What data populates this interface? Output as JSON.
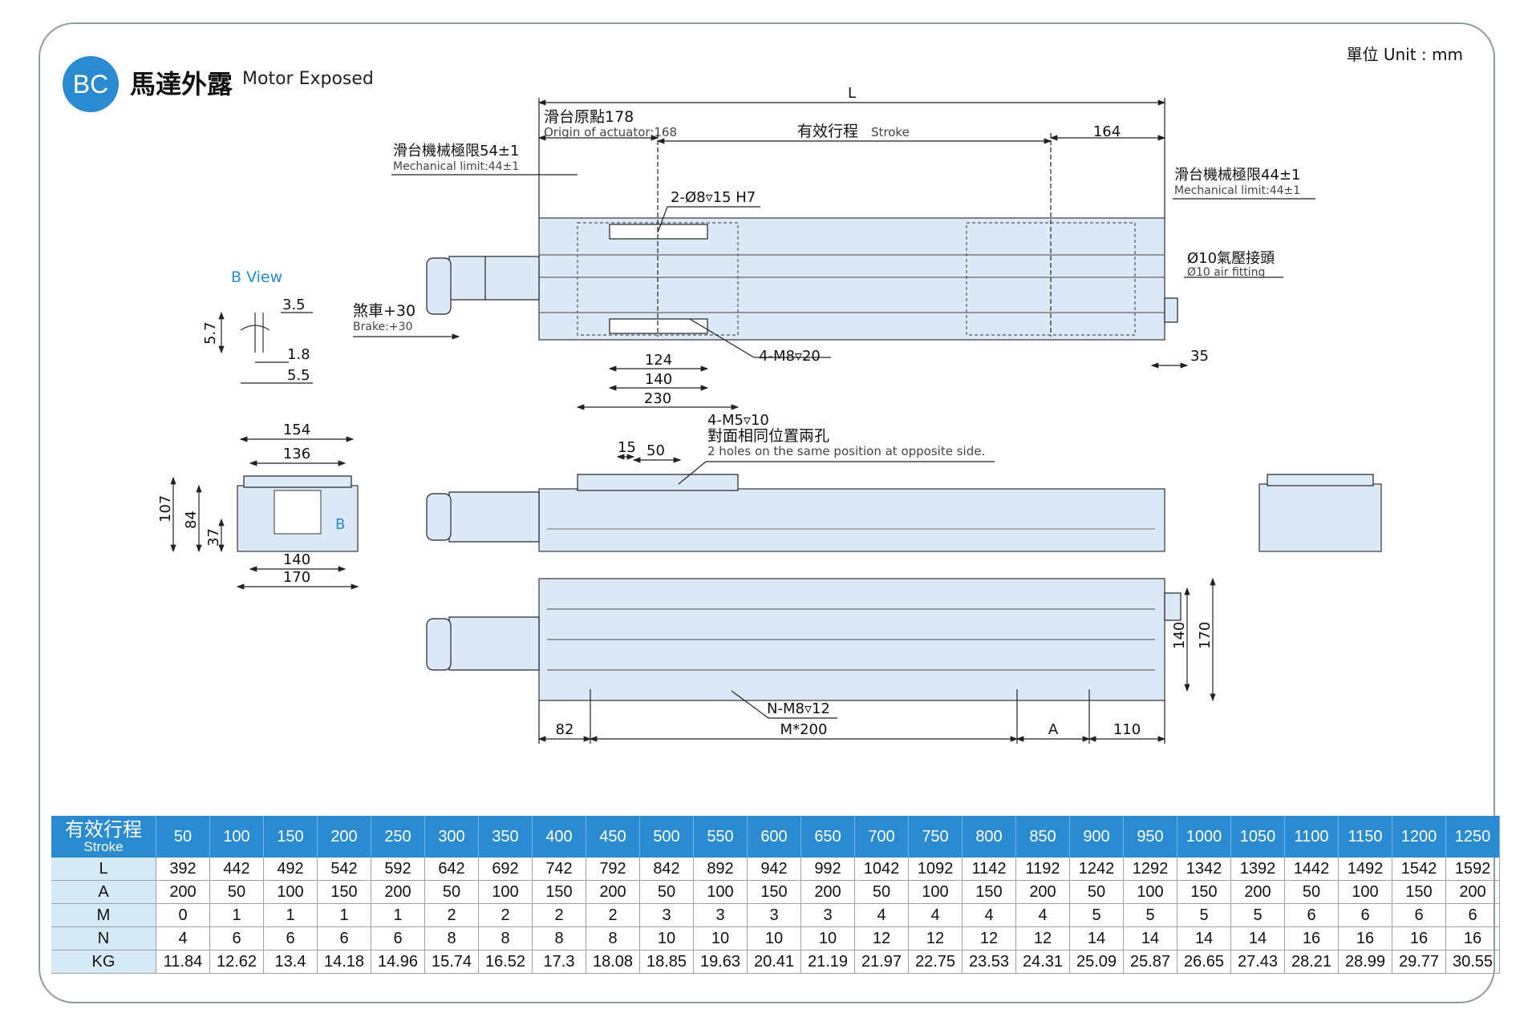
{
  "header": {
    "badge": "BC",
    "title_zh": "馬達外露",
    "title_en": "Motor Exposed",
    "unit": "單位 Unit : mm"
  },
  "labels": {
    "L": "L",
    "origin_zh": "滑台原點178",
    "origin_en": "Origin of actuator:168",
    "stroke_zh": "有效行程",
    "stroke_en": "Stroke",
    "d164": "164",
    "mech_left_zh": "滑台機械極限54±1",
    "mech_left_en": "Mechanical limit:44±1",
    "mech_right_zh": "滑台機械極限44±1",
    "mech_right_en": "Mechanical limit:44±1",
    "hole_2d8": "2-Ø8▿15 H7",
    "air_zh": "Ø10氣壓接頭",
    "air_en": "Ø10 air fitting",
    "brake_zh": "煞車+30",
    "brake_en": "Brake:+30",
    "m8_20": "4-M8▿20",
    "d35": "35",
    "d124": "124",
    "d140a": "140",
    "d230": "230",
    "bview": "B View",
    "d3_5": "3.5",
    "d5_7": "5.7",
    "d1_8": "1.8",
    "d5_5": "5.5",
    "d154": "154",
    "d136": "136",
    "d107": "107",
    "d84": "84",
    "d37": "37",
    "d140b": "140",
    "d170": "170",
    "b_mark": "B",
    "m5_zh_1": "4-M5▿10",
    "m5_zh_2": "對面相同位置兩孔",
    "m5_en": "2 holes on the same position at opposite side.",
    "d15": "15",
    "d50": "50",
    "nm8": "N-M8▿12",
    "d82": "82",
    "m200": "M*200",
    "dA": "A",
    "d110": "110",
    "d140c": "140",
    "d170c": "170"
  },
  "table": {
    "header_zh": "有效行程",
    "header_en": "Stroke",
    "strokes": [
      "50",
      "100",
      "150",
      "200",
      "250",
      "300",
      "350",
      "400",
      "450",
      "500",
      "550",
      "600",
      "650",
      "700",
      "750",
      "800",
      "850",
      "900",
      "950",
      "1000",
      "1050",
      "1100",
      "1150",
      "1200",
      "1250"
    ],
    "rows": [
      {
        "label": "L",
        "values": [
          "392",
          "442",
          "492",
          "542",
          "592",
          "642",
          "692",
          "742",
          "792",
          "842",
          "892",
          "942",
          "992",
          "1042",
          "1092",
          "1142",
          "1192",
          "1242",
          "1292",
          "1342",
          "1392",
          "1442",
          "1492",
          "1542",
          "1592"
        ]
      },
      {
        "label": "A",
        "values": [
          "200",
          "50",
          "100",
          "150",
          "200",
          "50",
          "100",
          "150",
          "200",
          "50",
          "100",
          "150",
          "200",
          "50",
          "100",
          "150",
          "200",
          "50",
          "100",
          "150",
          "200",
          "50",
          "100",
          "150",
          "200"
        ]
      },
      {
        "label": "M",
        "values": [
          "0",
          "1",
          "1",
          "1",
          "1",
          "2",
          "2",
          "2",
          "2",
          "3",
          "3",
          "3",
          "3",
          "4",
          "4",
          "4",
          "4",
          "5",
          "5",
          "5",
          "5",
          "6",
          "6",
          "6",
          "6"
        ]
      },
      {
        "label": "N",
        "values": [
          "4",
          "6",
          "6",
          "6",
          "6",
          "8",
          "8",
          "8",
          "8",
          "10",
          "10",
          "10",
          "10",
          "12",
          "12",
          "12",
          "12",
          "14",
          "14",
          "14",
          "14",
          "16",
          "16",
          "16",
          "16"
        ]
      },
      {
        "label": "KG",
        "values": [
          "11.84",
          "12.62",
          "13.4",
          "14.18",
          "14.96",
          "15.74",
          "16.52",
          "17.3",
          "18.08",
          "18.85",
          "19.63",
          "20.41",
          "21.19",
          "21.97",
          "22.75",
          "23.53",
          "24.31",
          "25.09",
          "25.87",
          "26.65",
          "27.43",
          "28.21",
          "28.99",
          "29.77",
          "30.55"
        ]
      }
    ]
  }
}
